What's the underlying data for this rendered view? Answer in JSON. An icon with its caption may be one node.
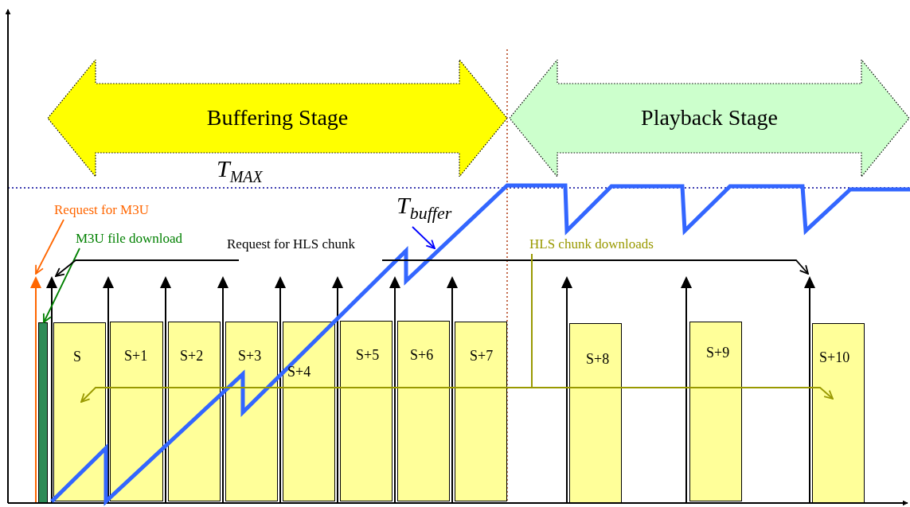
{
  "diagram": {
    "nodes": [
      {
        "text": [
          "Buffering Stage"
        ]
      },
      {
        "text": [
          "Playback Stage"
        ]
      },
      {
        "text": [
          "Request for M3U"
        ]
      },
      {
        "text": [
          "M3U file download"
        ]
      },
      {
        "text": [
          "Request for HLS chunk"
        ]
      },
      {
        "text": [
          "HLS chunk downloads"
        ]
      },
      {
        "text": [
          "T$_{buffer}$"
        ]
      },
      {
        "text": [],
        "shape": "bar"
      },
      {
        "text": [
          "S"
        ]
      },
      {
        "text": [
          "S+1"
        ]
      },
      {
        "text": [
          "S+2"
        ]
      },
      {
        "text": [
          "S+3"
        ]
      },
      {
        "text": [
          "S+4"
        ]
      },
      {
        "text": [
          "S+5"
        ]
      },
      {
        "text": [
          "S+6"
        ]
      },
      {
        "text": [
          "S+7"
        ]
      },
      {
        "text": [
          "S+8"
        ]
      },
      {
        "text": [
          "S+9"
        ]
      },
      {
        "text": [
          "S+10"
        ]
      }
    ],
    "edges": [
      {
        "from": 2,
        "to": null,
        "arrow": "to",
        "color": "#ff6600"
      },
      {
        "from": 3,
        "to": 7,
        "arrow": "to",
        "color": "#008000"
      },
      {
        "from": 4,
        "to": null,
        "arrow": "to"
      },
      {
        "from": 4,
        "to": null,
        "arrow": "to"
      },
      {
        "from": 5,
        "to": 8,
        "arrow": "to",
        "color": "#999900"
      },
      {
        "from": 5,
        "to": 18,
        "arrow": "to",
        "color": "#999900"
      },
      {
        "from": 6,
        "to": null,
        "arrow": "to",
        "color": "#0000ff"
      }
    ],
    "labels": [
      "T$_{MAX}$"
    ]
  }
}
